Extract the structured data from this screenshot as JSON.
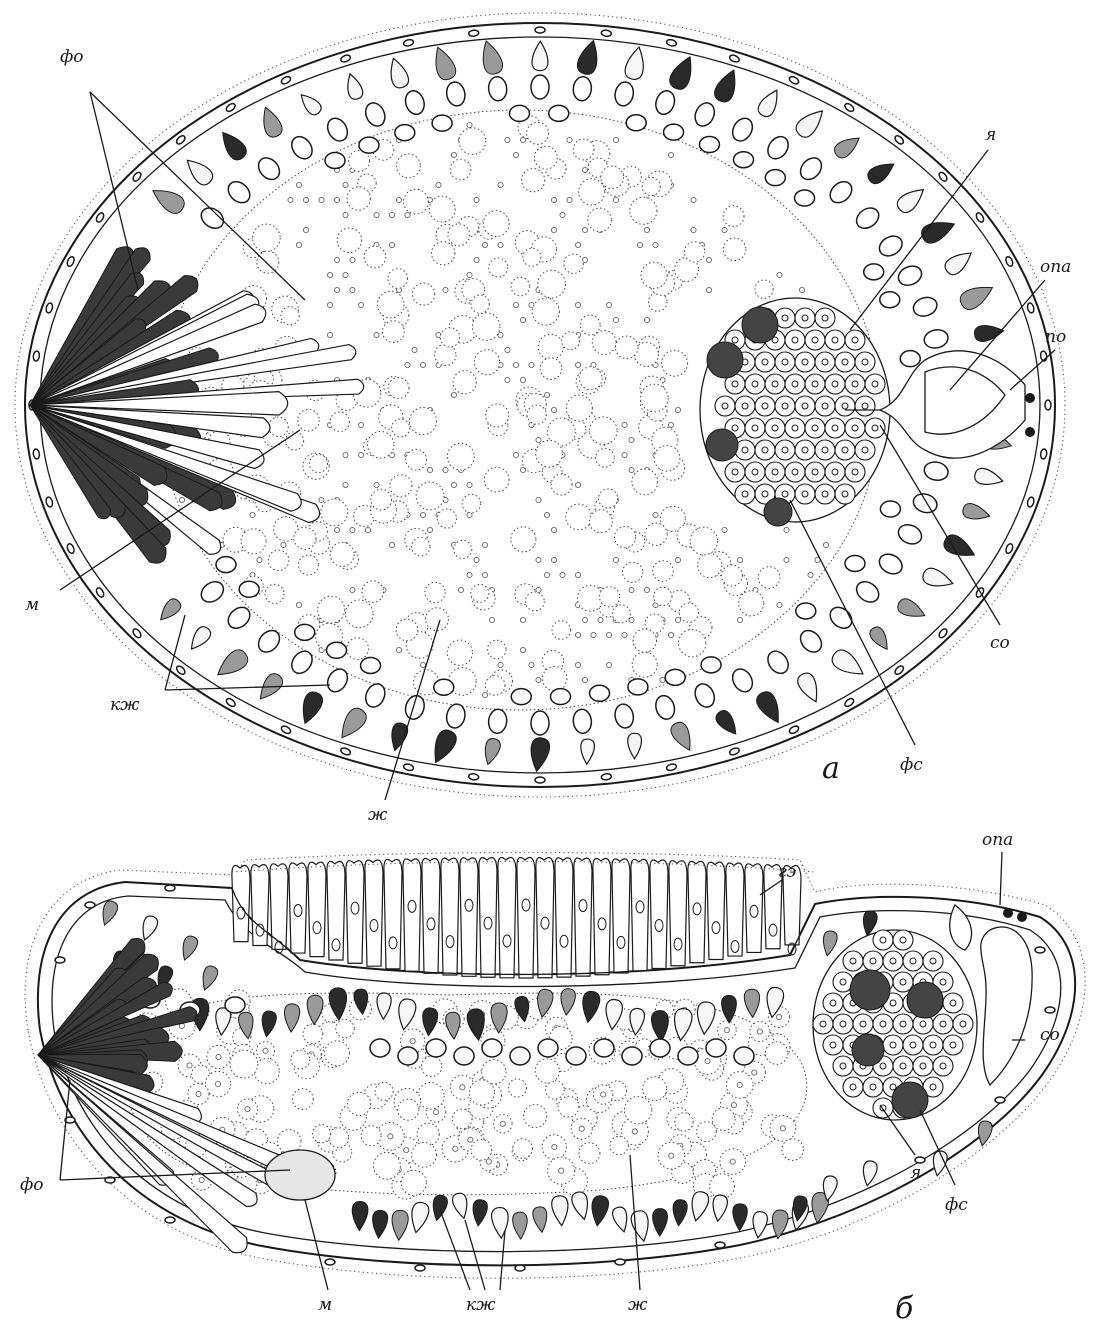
{
  "panels": [
    {
      "id": "a",
      "panel_label": "а",
      "labels": {
        "fo": "фо",
        "m": "м",
        "kzh": "кж",
        "zh": "ж",
        "ya": "я",
        "opa": "опа",
        "po": "по",
        "so": "со",
        "fs": "фс"
      }
    },
    {
      "id": "b",
      "panel_label": "б",
      "labels": {
        "ge": "гэ",
        "opa": "опа",
        "so": "со",
        "fs": "фс",
        "ya": "я",
        "fo": "фо",
        "m": "м",
        "kzh": "кж",
        "zh": "ж"
      }
    }
  ],
  "colors": {
    "ink": "#1a1a1a",
    "dark_fill": "#2a2a2a",
    "mid_fill": "#9a9a9a",
    "paper": "#ffffff"
  }
}
